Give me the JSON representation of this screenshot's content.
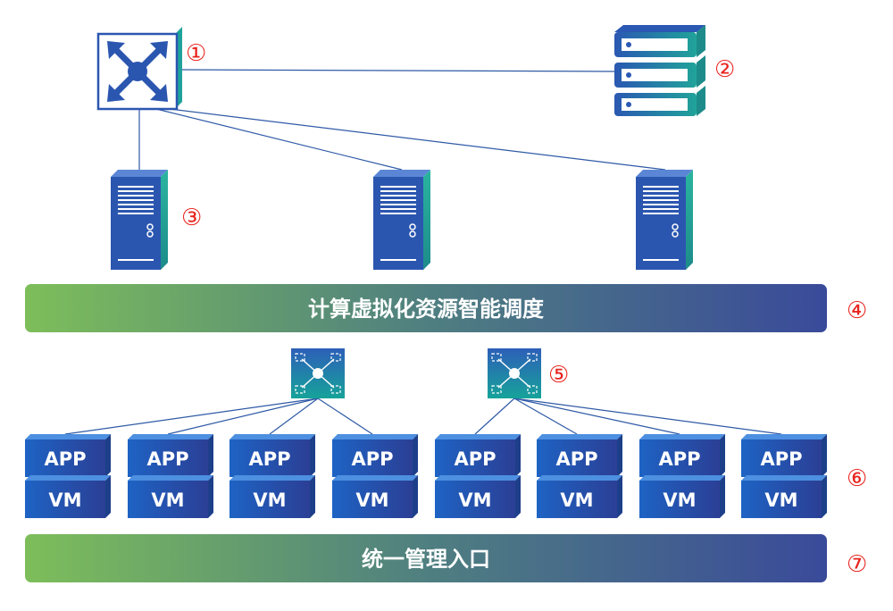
{
  "markers": {
    "m1": "①",
    "m2": "②",
    "m3": "③",
    "m4": "④",
    "m5": "⑤",
    "m6": "⑥",
    "m7": "⑦"
  },
  "bars": {
    "scheduling": "计算虚拟化资源智能调度",
    "management": "统一管理入口"
  },
  "vm_stack": {
    "app_label": "APP",
    "vm_label": "VM",
    "count": 8
  },
  "colors": {
    "bar_gradient_start": "#7dbe5a",
    "bar_gradient_end": "#3a4a9a",
    "device_blue": "#2b56b0",
    "device_teal": "#1aa39a",
    "marker_red": "#e8231c",
    "link_blue": "#2f5aa6"
  }
}
